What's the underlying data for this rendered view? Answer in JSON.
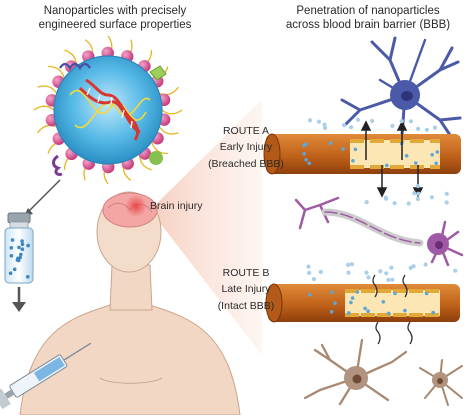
{
  "headings": {
    "nanoparticles_line1": "Nanoparticles with precisely",
    "nanoparticles_line2": "engineered surface properties",
    "penetration_line1": "Penetration of nanoparticles",
    "penetration_line2": "across blood brain barrier (BBB)"
  },
  "brain_label": "Brain injury",
  "route_a": {
    "title": "ROUTE A",
    "line1": "Early Injury",
    "line2": "(Breached BBB)"
  },
  "route_b": {
    "title": "ROUTE B",
    "line1": "Late Injury",
    "line2": "(Intact BBB)"
  },
  "colors": {
    "nanoparticle_core": "#37a8d8",
    "ligand_spheres": "#d9458c",
    "dna_strand": "#d8362e",
    "vessel": "#c96a1e",
    "endothelium": "#e8c24a",
    "astrocyte": "#4b5aa8",
    "neuron_purple": "#a05aa5",
    "neuron_brown": "#a88870",
    "skin": "#f1d7c4",
    "nanoparticle_dots": "#7ab6e0"
  }
}
